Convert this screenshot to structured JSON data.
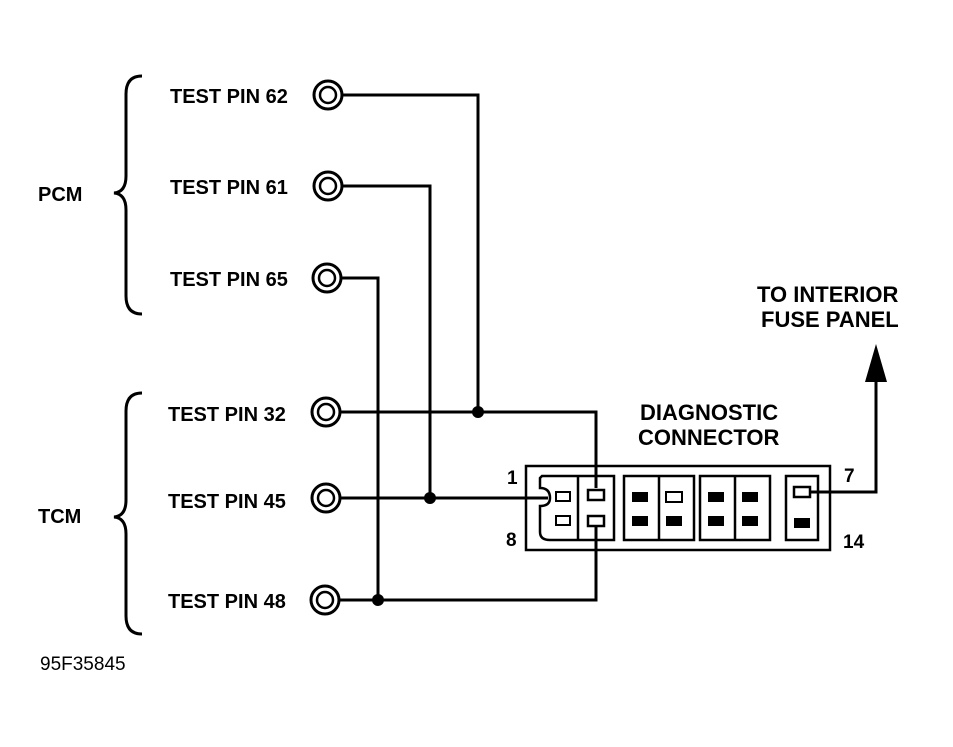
{
  "groups": {
    "pcm": "PCM",
    "tcm": "TCM"
  },
  "pins": {
    "pin62": "TEST PIN 62",
    "pin61": "TEST PIN 61",
    "pin65": "TEST PIN 65",
    "pin32": "TEST PIN 32",
    "pin45": "TEST PIN 45",
    "pin48": "TEST PIN 48"
  },
  "connector": {
    "title_line1": "DIAGNOSTIC",
    "title_line2": "CONNECTOR",
    "pin_top_left": "1",
    "pin_bottom_left": "8",
    "pin_top_right": "7",
    "pin_bottom_right": "14"
  },
  "destination": {
    "line1": "TO INTERIOR",
    "line2": "FUSE PANEL"
  },
  "figure_id": "95F35845"
}
